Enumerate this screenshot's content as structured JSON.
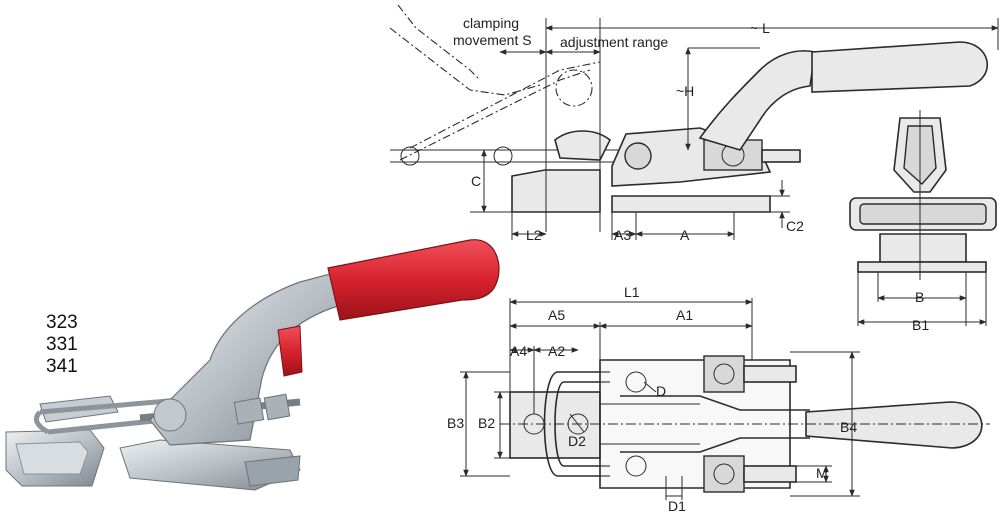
{
  "models": [
    "323",
    "331",
    "341"
  ],
  "side_view": {
    "clamping_movement": [
      "clamping",
      "movement S"
    ],
    "adjustment_range": "adjustment range",
    "L": "~ L",
    "H": "~H",
    "C": "C",
    "C2": "C2",
    "L2": "L2",
    "A3": "A3",
    "A": "A"
  },
  "end_view": {
    "B": "B",
    "B1": "B1"
  },
  "top_view": {
    "L1": "L1",
    "A5": "A5",
    "A1": "A1",
    "A4": "A4",
    "A2": "A2",
    "D": "D",
    "D2": "D2",
    "B3": "B3",
    "B2": "B2",
    "B4": "B4",
    "M": "M",
    "D1": "D1"
  },
  "colors": {
    "handle_red": "#d7232e",
    "metal": "#c9ced3",
    "line": "#2b2b2b"
  }
}
